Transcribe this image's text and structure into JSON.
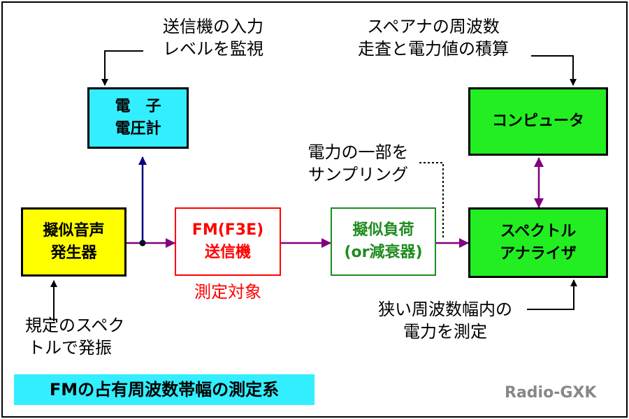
{
  "colors": {
    "cyan": "#33eeff",
    "yellow": "#ffff00",
    "green": "#22ee22",
    "red": "#ff0000",
    "darkgreen": "#1e8c1e",
    "navy": "#000080",
    "purple": "#800080",
    "title_bg": "#33eeff",
    "watermark": "#888888"
  },
  "boxes": {
    "voltmeter": [
      "電　子",
      "電圧計"
    ],
    "generator": [
      "擬似音声",
      "発生器"
    ],
    "transmitter": [
      "FM(F3E)",
      "送信機"
    ],
    "dummy_load": [
      "擬似負荷",
      "(or減衰器)"
    ],
    "computer": [
      "コンピュータ"
    ],
    "analyzer": [
      "スペクトル",
      "アナライザ"
    ]
  },
  "labels": {
    "monitor_note": [
      "送信機の入力",
      "レベルを監視"
    ],
    "computer_note": [
      "スペアナの周波数",
      "走査と電力値の積算"
    ],
    "sampling_note": [
      "電力の一部を",
      "サンプリング"
    ],
    "dut_note": "測定対象",
    "spec_note": [
      "規定のスペク",
      "トルで発振"
    ],
    "measure_note": [
      "狭い周波数幅内の",
      "電力を測定"
    ]
  },
  "title": "FMの占有周波数帯幅の測定系",
  "watermark": "Radio-GXK"
}
